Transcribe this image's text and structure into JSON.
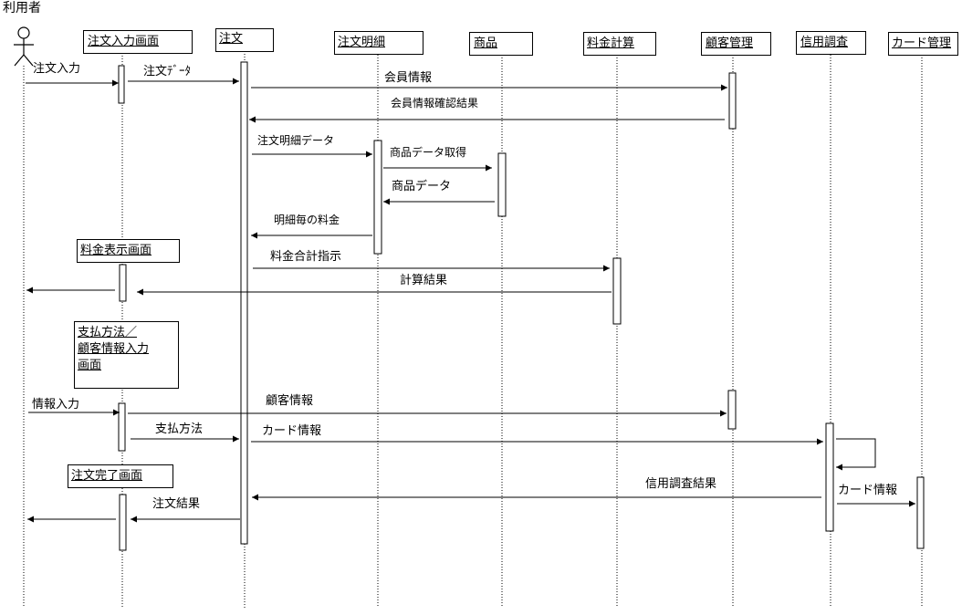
{
  "actor": {
    "name": "利用者"
  },
  "lifelines": {
    "order_input_screen": "注文入力画面",
    "order": "注文",
    "order_detail": "注文明細",
    "product": "商品",
    "fee_calc": "料金計算",
    "customer_mgmt": "顧客管理",
    "credit_check": "信用調査",
    "card_mgmt": "カード管理"
  },
  "screens": {
    "fee_display": "料金表示画面",
    "payment_input_line1": "支払方法／",
    "payment_input_line2": "顧客情報入力",
    "payment_input_line3": "画面",
    "order_complete": "注文完了画面"
  },
  "messages": {
    "order_input": "注文入力",
    "order_data": "注文ﾃﾞｰﾀ",
    "member_info": "会員情報",
    "member_check_result": "会員情報確認結果",
    "order_detail_data": "注文明細データ",
    "get_product_data": "商品データ取得",
    "product_data": "商品データ",
    "fee_per_detail": "明細毎の料金",
    "fee_total_instruction": "料金合計指示",
    "calc_result": "計算結果",
    "info_input": "情報入力",
    "customer_info": "顧客情報",
    "payment_method": "支払方法",
    "card_info": "カード情報",
    "credit_result": "信用調査結果",
    "card_info_2": "カード情報",
    "order_result": "注文結果"
  }
}
